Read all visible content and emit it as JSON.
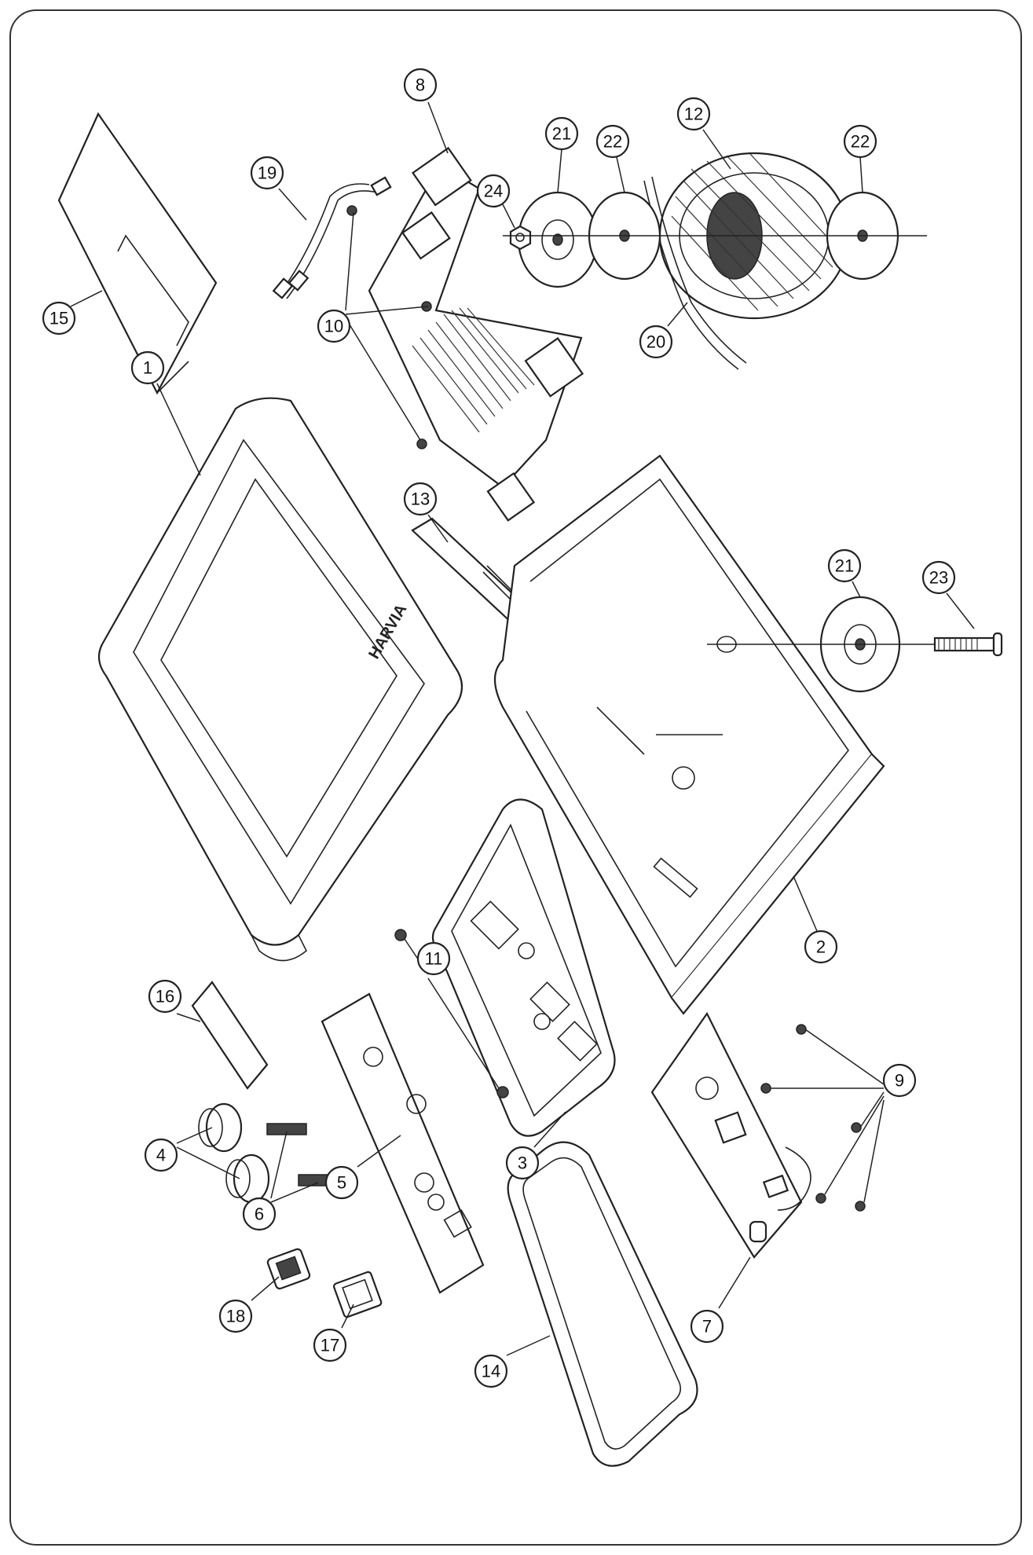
{
  "diagram": {
    "callouts": [
      {
        "id": "1",
        "label": "1"
      },
      {
        "id": "2",
        "label": "2"
      },
      {
        "id": "3",
        "label": "3"
      },
      {
        "id": "4",
        "label": "4"
      },
      {
        "id": "5",
        "label": "5"
      },
      {
        "id": "6",
        "label": "6"
      },
      {
        "id": "7",
        "label": "7"
      },
      {
        "id": "8",
        "label": "8"
      },
      {
        "id": "9",
        "label": "9"
      },
      {
        "id": "10",
        "label": "10"
      },
      {
        "id": "11",
        "label": "11"
      },
      {
        "id": "12",
        "label": "12"
      },
      {
        "id": "13",
        "label": "13"
      },
      {
        "id": "14",
        "label": "14"
      },
      {
        "id": "15",
        "label": "15"
      },
      {
        "id": "16",
        "label": "16"
      },
      {
        "id": "17",
        "label": "17"
      },
      {
        "id": "18",
        "label": "18"
      },
      {
        "id": "19",
        "label": "19"
      },
      {
        "id": "20",
        "label": "20"
      },
      {
        "id": "21a",
        "label": "21"
      },
      {
        "id": "21b",
        "label": "21"
      },
      {
        "id": "22a",
        "label": "22"
      },
      {
        "id": "22b",
        "label": "22"
      },
      {
        "id": "23",
        "label": "23"
      },
      {
        "id": "24",
        "label": "24"
      }
    ],
    "logo_text": "HARVIA"
  }
}
